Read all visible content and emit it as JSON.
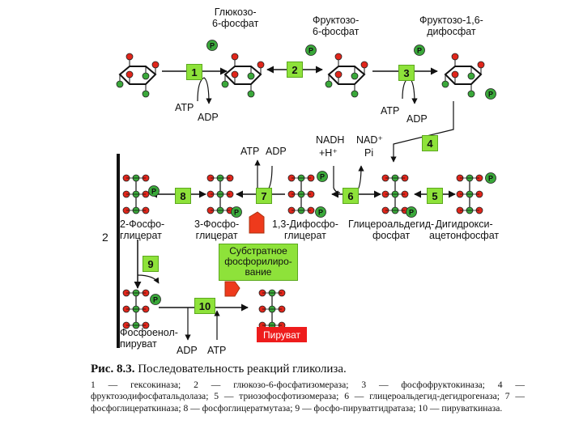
{
  "top": {
    "g6p_label": "Глюкозо-\n6-фосфат",
    "f6p_label": "Фруктозо-\n6-фосфат",
    "f16bp_label": "Фруктозо-1,6-\nдифосфат",
    "atp1": "ATP",
    "adp1": "ADP",
    "atp3": "ATP",
    "adp3": "ADP"
  },
  "cofactors": {
    "atp7": "ATP",
    "adp7": "ADP",
    "nadh": "NADH",
    "h_plus": "+H⁺",
    "nad": "NAD⁺",
    "pi": "Pi"
  },
  "steps": [
    "1",
    "2",
    "3",
    "4",
    "5",
    "6",
    "7",
    "8",
    "9",
    "10"
  ],
  "middle": {
    "two": "2",
    "pg2": "2-Фосфо-\nглицерат",
    "pg3": "3-Фосфо-\nглицерат",
    "bpg": "1,3-Дифосфо-\nглицерат",
    "gap": "Глицероальдегид-\nфосфат",
    "dhap": "Дигидрокси-\nацетонфосфат"
  },
  "substrate_phos": "Субстратное\nфосфорилиро-\nвание",
  "bottom": {
    "pep": "Фосфоенол-\nпируват",
    "adp10": "ADP",
    "atp10": "ATP",
    "pyruvate": "Пируват"
  },
  "phosphate": "P",
  "caption": {
    "fig": "Рис. 8.3.",
    "title": "Последовательность реакций гликолиза.",
    "text": "1 — гексокиназа; 2 — глюкозо-6-фосфатизомераза; 3 — фосфофруктокиназа; 4 — фруктозодифосфатальдолаза; 5 — триозофосфотизомераза; 6 — глицероальдегид-дегидрогеназа; 7 — фосфоглицераткиназа; 8 — фосфоглицератмутаза; 9 — фосфо-пируватгидратаза; 10 — пируваткиназа."
  },
  "colors": {
    "enzyme_box": "#8ee23a",
    "pyruvate_box": "#ee1c1c",
    "atom_green": "#3aa83a",
    "atom_red": "#e0261b",
    "hand": "#ee3a1c"
  }
}
